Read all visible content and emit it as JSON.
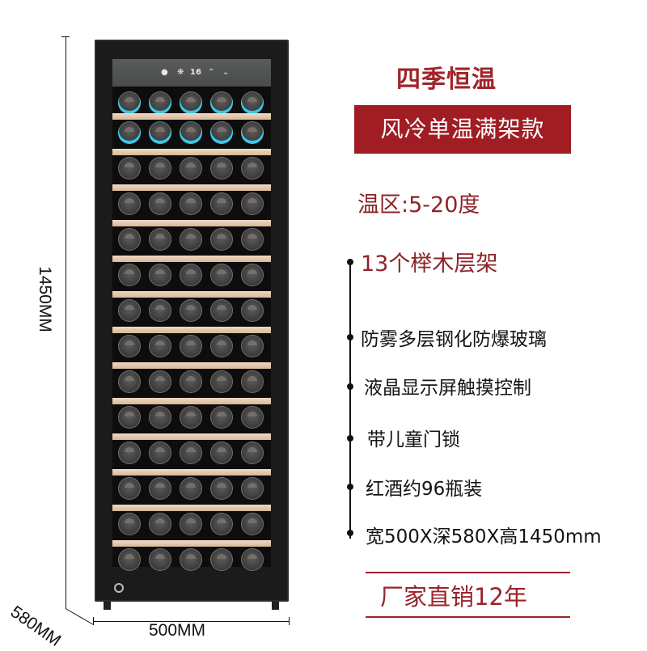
{
  "product": {
    "title": "四季恒温",
    "badge": "风冷单温满架款",
    "temperature": "温区:5-20度",
    "features": [
      "13个榉木层架",
      "防雾多层钢化防爆玻璃",
      "液晶显示屏触摸控制",
      "带儿童门锁",
      "红酒约96瓶装",
      "宽500X深580X高1450mm"
    ],
    "footer": "厂家直销12年"
  },
  "dimensions": {
    "height": "1450MM",
    "width": "500MM",
    "depth": "580MM"
  },
  "fridge": {
    "display_value": "16",
    "display_icons": [
      "light-icon",
      "fan-icon",
      "up-arrow-icon",
      "down-arrow-icon"
    ],
    "shelf_count": 13,
    "bottles_per_row": 5
  },
  "colors": {
    "accent_red": "#a01e23",
    "text_red": "#8e2328",
    "shelf_wood": "#e3c7a8",
    "led_blue": "#3ac7e9"
  }
}
